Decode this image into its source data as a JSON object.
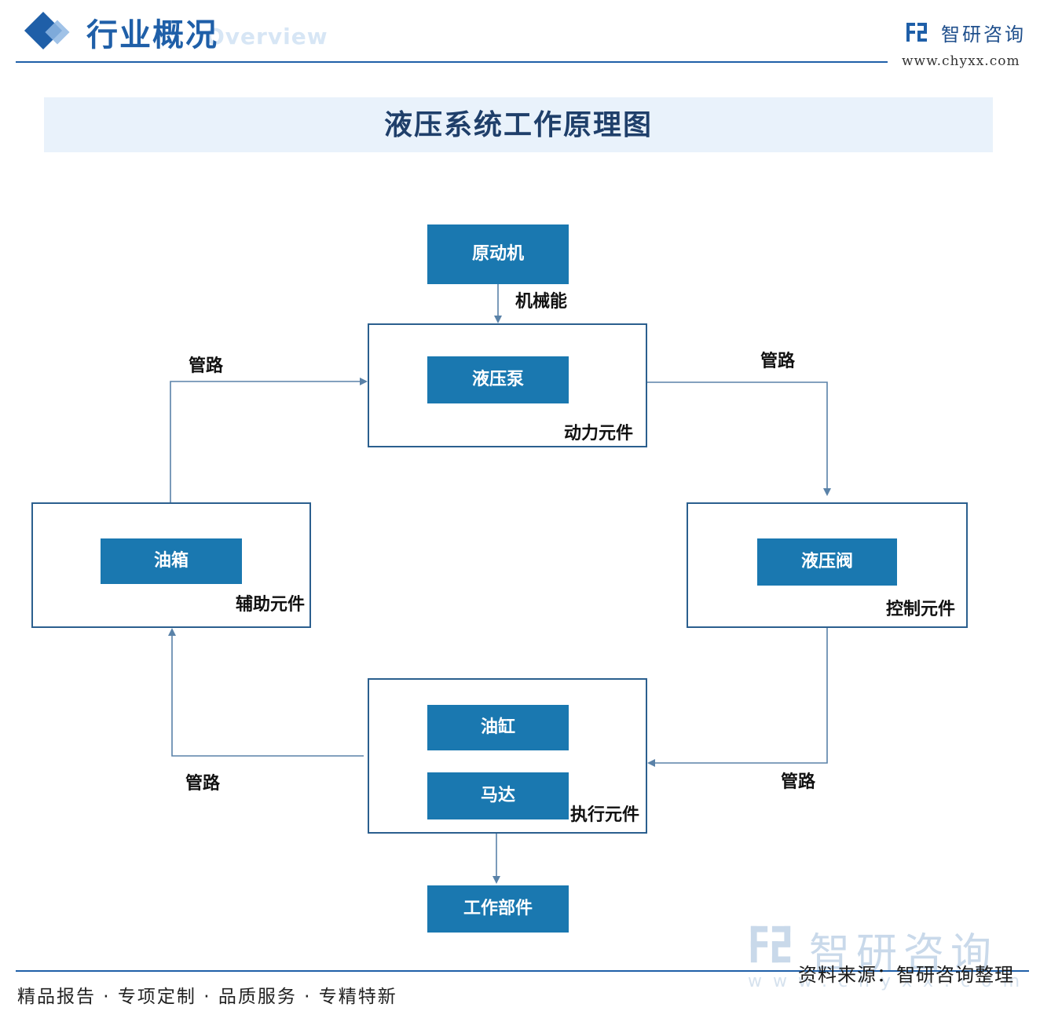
{
  "header": {
    "title": "行业概况",
    "subtitle": "Overview",
    "brand_name": "智研咨询",
    "brand_url": "www.chyxx.com"
  },
  "diagram": {
    "title": "液压系统工作原理图",
    "nodes": {
      "prime_mover": "原动机",
      "pump": "液压泵",
      "tank": "油箱",
      "valve": "液压阀",
      "cylinder": "油缸",
      "motor": "马达",
      "work_part": "工作部件"
    },
    "group_labels": {
      "power": "动力元件",
      "auxiliary": "辅助元件",
      "control": "控制元件",
      "actuator": "执行元件"
    },
    "edge_labels": {
      "mechanical_energy": "机械能",
      "pipe_top_left": "管路",
      "pipe_top_right": "管路",
      "pipe_bottom_left": "管路",
      "pipe_bottom_right": "管路"
    }
  },
  "footer": {
    "slogan": "精品报告 · 专项定制 · 品质服务 · 专精特新",
    "watermark_name": "智研咨询",
    "watermark_url": "www.chyxx.com",
    "source": "资料来源：智研咨询整理"
  },
  "colors": {
    "brand_blue": "#1f5fa8",
    "node_fill": "#1a78b0",
    "frame_stroke": "#2b5f8e",
    "band_fill": "#e9f2fb"
  }
}
